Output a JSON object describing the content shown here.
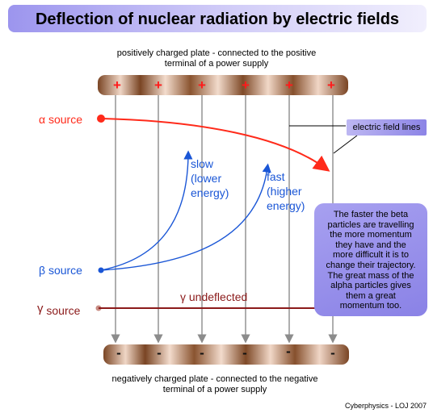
{
  "title": "Deflection of nuclear radiation by electric fields",
  "top_caption": "positively charged plate - connected to the positive\nterminal of a power supply",
  "bottom_caption": "negatively charged plate - connected to the negative\nterminal of a power supply",
  "plus_sign": "+",
  "minus_sign": "-",
  "alpha_source": "α source",
  "beta_source": "β source",
  "gamma_source": {
    "symbol": "γ",
    "word": "source"
  },
  "beta_slow": "slow\n(lower\nenergy)",
  "beta_fast": "fast\n(higher\nenergy)",
  "gamma_undeflected": "γ undeflected",
  "field_lines_label": "electric field lines",
  "note": "The faster the beta\nparticles are travelling\nthe more momentum\nthey have and the\nmore difficult it is to\nchange their trajectory.\nThe great mass of the\nalpha particles gives\nthem a great\nmomentum too.",
  "credit": "Cyberphysics - LOJ 2007",
  "colors": {
    "alpha": "#ff2a1a",
    "beta": "#1a56d6",
    "gamma": "#8b1a1a",
    "field": "#8c8c8c"
  }
}
